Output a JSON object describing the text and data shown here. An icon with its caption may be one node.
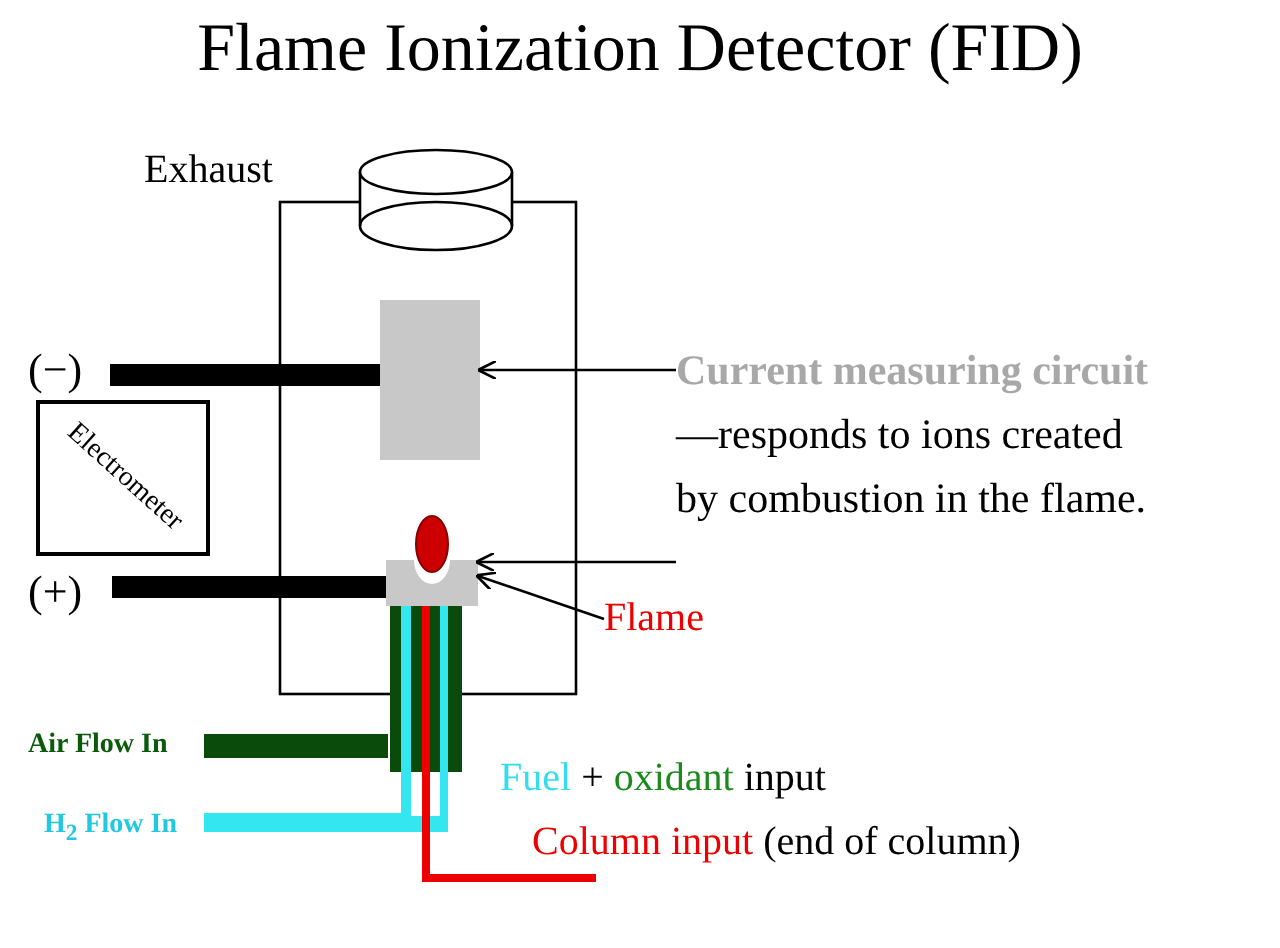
{
  "diagram": {
    "title": "Flame Ionization Detector (FID)",
    "nodes": [
      {
        "text": [
          "Current measuring circuit",
          "—responds to ions created by combustion in the flame."
        ]
      },
      {
        "text": [],
        "shape": "box"
      },
      {
        "text": [],
        "shape": "flame"
      },
      {
        "text": [
          "Flame"
        ]
      },
      {
        "text": [
          "Electrometer"
        ]
      }
    ],
    "edges": [
      {
        "from": 0,
        "to": 1,
        "arrow": "to"
      },
      {
        "from": 0,
        "to": 2,
        "arrow": "to"
      },
      {
        "from": 3,
        "to": 2,
        "arrow": "to"
      }
    ],
    "labels": [
      "Exhaust",
      "(−)",
      "(+)",
      "Air Flow In",
      "H$_{2}$ Flow In",
      "Fuel + oxidant input",
      "Column input (end of column)"
    ]
  }
}
